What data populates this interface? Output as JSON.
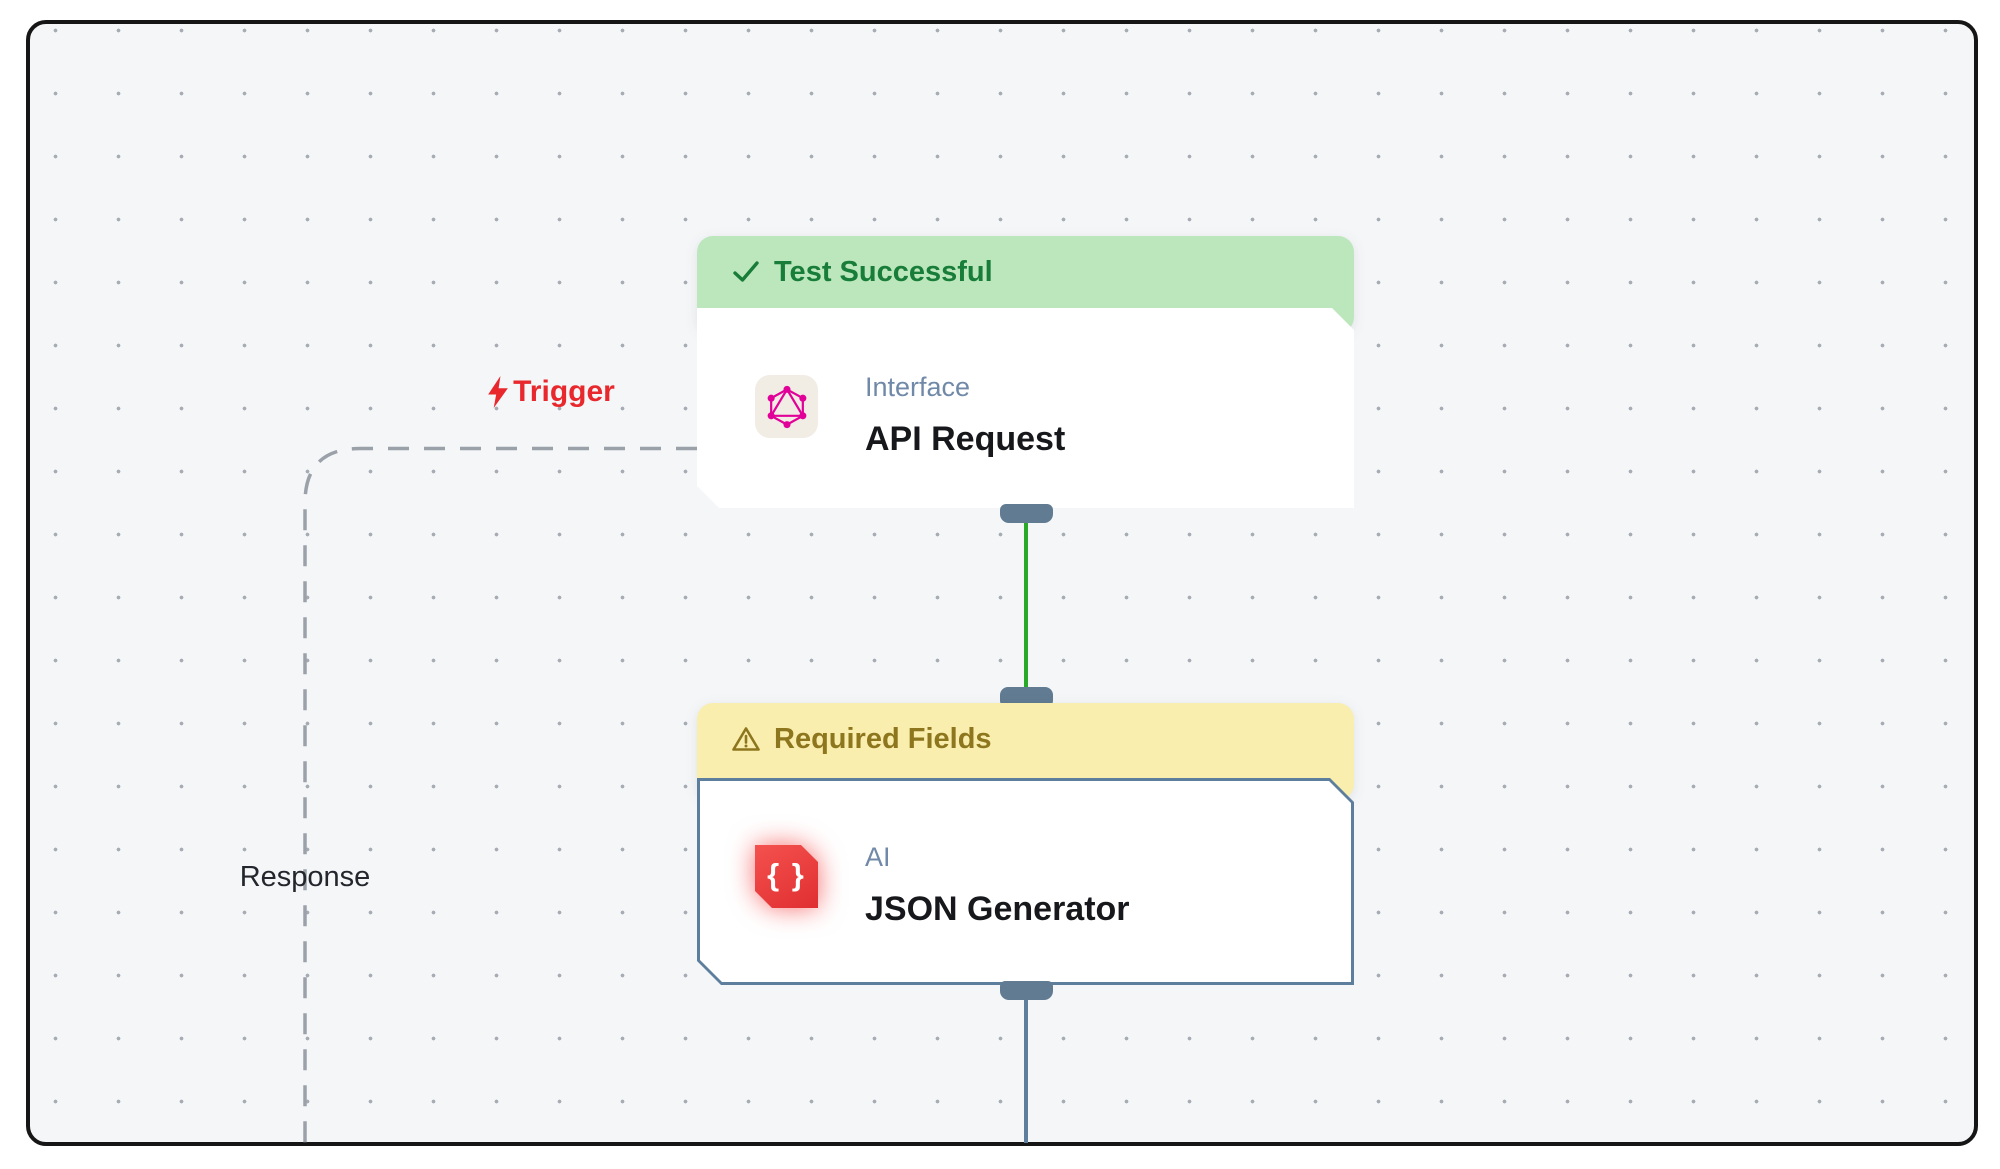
{
  "canvas": {
    "background": "#f5f6f8",
    "border_color": "#161616",
    "dot_color": "#a7acb4"
  },
  "labels": {
    "trigger": "Trigger",
    "response": "Response"
  },
  "nodes": [
    {
      "id": "api-request",
      "status": {
        "label": "Test Successful",
        "state": "success",
        "icon": "check-icon",
        "bg_color": "#bce7bd",
        "text_color": "#177d38"
      },
      "category": "Interface",
      "title": "API Request",
      "icon": "graphql-icon",
      "icon_color": "#e10098",
      "icon_bg": "#f1ece4"
    },
    {
      "id": "json-generator",
      "status": {
        "label": "Required Fields",
        "state": "warning",
        "icon": "warning-icon",
        "bg_color": "#f9eeae",
        "text_color": "#8d761d"
      },
      "category": "AI",
      "title": "JSON Generator",
      "icon": "json-braces-icon",
      "icon_glyph": "{ }",
      "icon_color": "#e53935"
    }
  ],
  "wires": {
    "success_color": "#28a928",
    "default_color": "#5d7e9c",
    "dashed_color": "#9ba1a9"
  }
}
